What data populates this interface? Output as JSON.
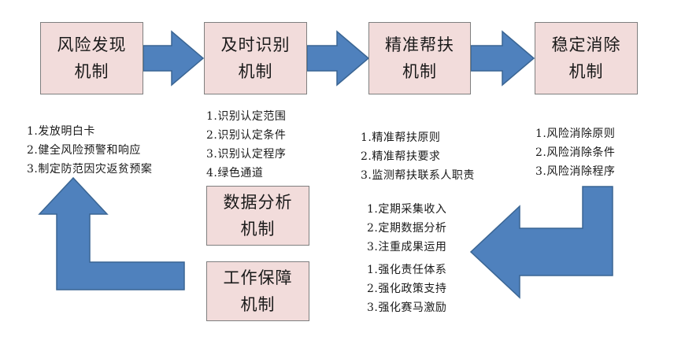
{
  "colors": {
    "box_fill": "#f2dcdb",
    "box_border": "#7f7f7f",
    "arrow_fill": "#4f81bd",
    "arrow_stroke": "#3a6593"
  },
  "boxes": {
    "discovery": {
      "line1": "风险发现",
      "line2": "机制"
    },
    "identification": {
      "line1": "及时识别",
      "line2": "机制"
    },
    "assistance": {
      "line1": "精准帮扶",
      "line2": "机制"
    },
    "elimination": {
      "line1": "稳定消除",
      "line2": "机制"
    },
    "data_analysis": {
      "line1": "数据分析",
      "line2": "机制"
    },
    "work_guarantee": {
      "line1": "工作保障",
      "line2": "机制"
    }
  },
  "lists": {
    "discovery": [
      "1.发放明白卡",
      "2.健全风险预警和响应",
      "3.制定防范因灾返贫预案"
    ],
    "identification": [
      "1.识别认定范围",
      "2.识别认定条件",
      "3.识别认定程序",
      "4.绿色通道"
    ],
    "assistance": [
      "1.精准帮扶原则",
      "2.精准帮扶要求",
      "3.监测帮扶联系人职责"
    ],
    "elimination": [
      "1.风险消除原则",
      "2.风险消除条件",
      "3.风险消除程序"
    ],
    "data_analysis": [
      "1.定期采集收入",
      "2.定期数据分析",
      "3.注重成果运用"
    ],
    "work_guarantee": [
      "1.强化责任体系",
      "2.强化政策支持",
      "3.强化赛马激励"
    ]
  }
}
